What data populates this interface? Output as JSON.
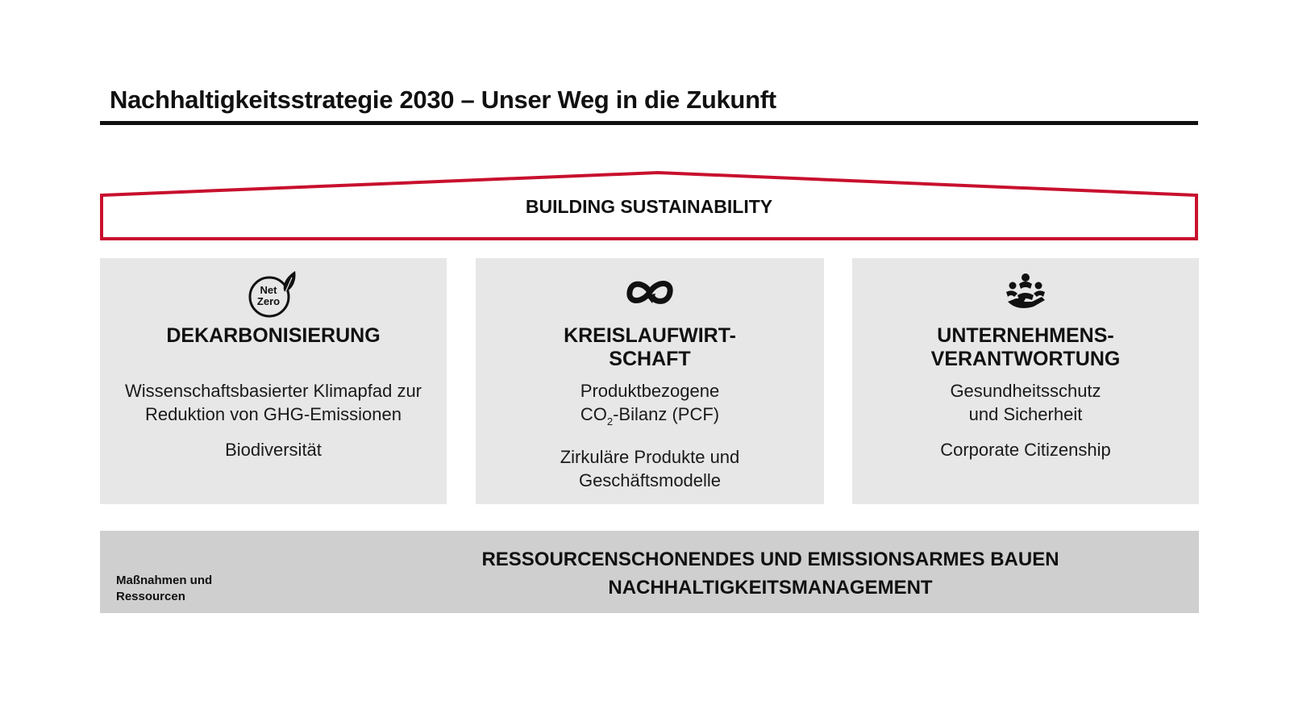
{
  "title": "Nachhaltigkeitsstrategie 2030 – Unser Weg in die Zukunft",
  "colors": {
    "roof": "#c8102e",
    "pillar_bg": "#e7e7e7",
    "foundation_bg": "#cfcfcf",
    "text": "#111111"
  },
  "roof": {
    "label": "BUILDING SUSTAINABILITY"
  },
  "pillars": [
    {
      "icon": "net-zero-icon",
      "icon_text_line1": "Net",
      "icon_text_line2": "Zero",
      "title": "DEKARBONISIERUNG",
      "items": [
        "Wissenschaftsbasierter Klimapfad zur Reduktion von GHG-Emissionen",
        "Biodiversität"
      ]
    },
    {
      "icon": "circular-economy-icon",
      "title": "KREISLAUFWIRT-\nSCHAFT",
      "item1_line1": "Produktbezogene",
      "item1_co": "CO",
      "item1_sub": "2",
      "item1_rest": "-Bilanz (PCF)",
      "items": [
        "Zirkuläre Produkte und Geschäftsmodelle"
      ]
    },
    {
      "icon": "people-hand-icon",
      "title": "UNTERNEHMENS-\nVERANTWORTUNG",
      "items": [
        "Gesundheitsschutz\nund Sicherheit",
        "Corporate Citizenship"
      ]
    }
  ],
  "foundation": {
    "label": "Maßnahmen und\nRessourcen",
    "line1": "RESSOURCENSCHONENDES UND EMISSIONSARMES BAUEN",
    "line2": "NACHHALTIGKEITSMANAGEMENT"
  }
}
